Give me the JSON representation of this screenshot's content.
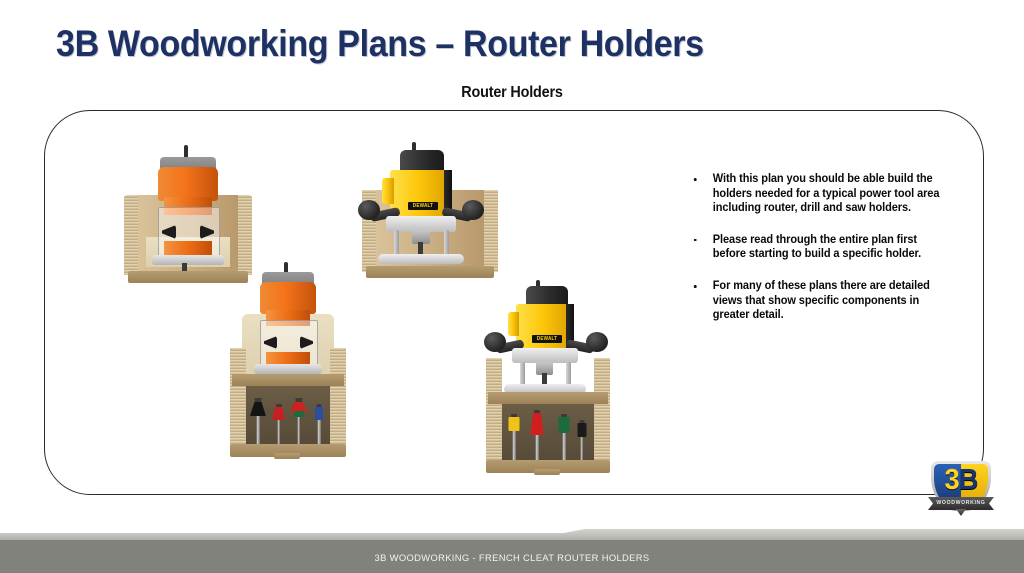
{
  "slide": {
    "title": "3B Woodworking Plans – Router Holders",
    "subtitle": "Router Holders",
    "title_color": "#1d3163",
    "background_color": "#ffffff"
  },
  "bullets": [
    "With this plan you should be able build the holders needed for a typical power tool area including  router, drill and saw holders.",
    "Please read through the entire plan first before starting to build a specific holder.",
    "For many of these plans there are detailed views that show specific components in greater detail."
  ],
  "footer": {
    "text": "3B WOODWORKING - FRENCH CLEAT ROUTER HOLDERS",
    "bar_color": "#81827b",
    "text_color": "#f2f2f0"
  },
  "logo": {
    "mark": "3B",
    "mark_left": "3",
    "mark_right": "B",
    "ribbon_text": "WOODWORKING",
    "blue": "#17356e",
    "yellow": "#ffd31e"
  },
  "illustrations": [
    {
      "name": "compact-trim-router-holder-front",
      "tool": "compact trim router",
      "tool_color": "#f4731a",
      "holder": "french cleat router holder"
    },
    {
      "name": "plunge-router-holder-front",
      "tool": "DEWALT plunge router",
      "tool_color": "#fdc70a",
      "brand": "DEWALT",
      "holder": "french cleat router holder"
    },
    {
      "name": "compact-trim-router-holder-with-bit-shelf",
      "tool": "compact trim router",
      "tool_color": "#f4731a",
      "holder": "router holder with router bit storage shelf",
      "bits": [
        "black",
        "red",
        "red",
        "blue"
      ]
    },
    {
      "name": "plunge-router-holder-with-bit-shelf",
      "tool": "DEWALT plunge router",
      "tool_color": "#fdc70a",
      "brand": "DEWALT",
      "holder": "router holder with router bit storage shelf",
      "bits": [
        "yellow",
        "red",
        "green",
        "black"
      ]
    }
  ]
}
